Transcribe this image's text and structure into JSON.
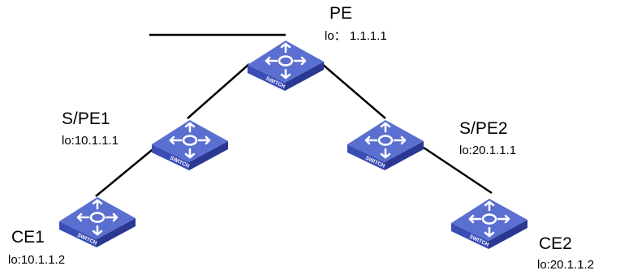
{
  "nodes": {
    "pe": {
      "name": "PE",
      "address": "lo： 1.1.1.1",
      "icon": "switch-icon",
      "icon_label": "SWITCH"
    },
    "spe1": {
      "name": "S/PE1",
      "address": "lo:10.1.1.1",
      "icon": "switch-icon",
      "icon_label": "SWITCH"
    },
    "spe2": {
      "name": "S/PE2",
      "address": "lo:20.1.1.1",
      "icon": "switch-icon",
      "icon_label": "SWITCH"
    },
    "ce1": {
      "name": "CE1",
      "address": "lo:10.1.1.2",
      "icon": "switch-icon",
      "icon_label": "SWITCH"
    },
    "ce2": {
      "name": "CE2",
      "address": "lo:20.1.1.2",
      "icon": "switch-icon",
      "icon_label": "SWITCH"
    }
  },
  "links": [
    [
      "pe",
      "spe1"
    ],
    [
      "pe",
      "spe2"
    ],
    [
      "spe1",
      "ce1"
    ],
    [
      "spe2",
      "ce2"
    ]
  ],
  "colors": {
    "switch_top": "#5a6fd0",
    "switch_side": "#2a3891",
    "switch_front": "#3a4cb6",
    "arrow": "#ffffff",
    "line": "#000000"
  }
}
